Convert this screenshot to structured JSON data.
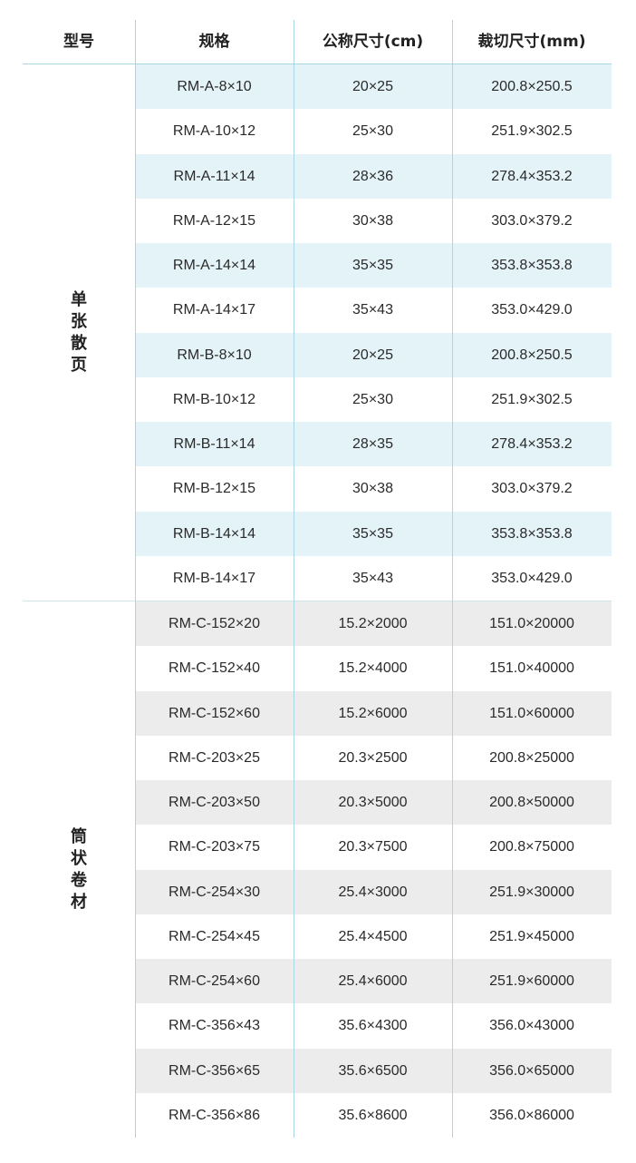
{
  "headers": {
    "model": "型号",
    "spec": "规格",
    "nominal": "公称尺寸(cm)",
    "cut": "裁切尺寸(mm)"
  },
  "groups": [
    {
      "label": "单张散页",
      "rows": [
        {
          "spec": "RM-A-8×10",
          "nominal": "20×25",
          "cut": "200.8×250.5"
        },
        {
          "spec": "RM-A-10×12",
          "nominal": "25×30",
          "cut": "251.9×302.5"
        },
        {
          "spec": "RM-A-11×14",
          "nominal": "28×36",
          "cut": "278.4×353.2"
        },
        {
          "spec": "RM-A-12×15",
          "nominal": "30×38",
          "cut": "303.0×379.2"
        },
        {
          "spec": "RM-A-14×14",
          "nominal": "35×35",
          "cut": "353.8×353.8"
        },
        {
          "spec": "RM-A-14×17",
          "nominal": "35×43",
          "cut": "353.0×429.0"
        },
        {
          "spec": "RM-B-8×10",
          "nominal": "20×25",
          "cut": "200.8×250.5"
        },
        {
          "spec": "RM-B-10×12",
          "nominal": "25×30",
          "cut": "251.9×302.5"
        },
        {
          "spec": "RM-B-11×14",
          "nominal": "28×35",
          "cut": "278.4×353.2"
        },
        {
          "spec": "RM-B-12×15",
          "nominal": "30×38",
          "cut": "303.0×379.2"
        },
        {
          "spec": "RM-B-14×14",
          "nominal": "35×35",
          "cut": "353.8×353.8"
        },
        {
          "spec": "RM-B-14×17",
          "nominal": "35×43",
          "cut": "353.0×429.0"
        }
      ]
    },
    {
      "label": "筒状卷材",
      "rows": [
        {
          "spec": "RM-C-152×20",
          "nominal": "15.2×2000",
          "cut": "151.0×20000"
        },
        {
          "spec": "RM-C-152×40",
          "nominal": "15.2×4000",
          "cut": "151.0×40000"
        },
        {
          "spec": "RM-C-152×60",
          "nominal": "15.2×6000",
          "cut": "151.0×60000"
        },
        {
          "spec": "RM-C-203×25",
          "nominal": "20.3×2500",
          "cut": "200.8×25000"
        },
        {
          "spec": "RM-C-203×50",
          "nominal": "20.3×5000",
          "cut": "200.8×50000"
        },
        {
          "spec": "RM-C-203×75",
          "nominal": "20.3×7500",
          "cut": "200.8×75000"
        },
        {
          "spec": "RM-C-254×30",
          "nominal": "25.4×3000",
          "cut": "251.9×30000"
        },
        {
          "spec": "RM-C-254×45",
          "nominal": "25.4×4500",
          "cut": "251.9×45000"
        },
        {
          "spec": "RM-C-254×60",
          "nominal": "25.4×6000",
          "cut": "251.9×60000"
        },
        {
          "spec": "RM-C-356×43",
          "nominal": "35.6×4300",
          "cut": "356.0×43000"
        },
        {
          "spec": "RM-C-356×65",
          "nominal": "35.6×6500",
          "cut": "356.0×65000"
        },
        {
          "spec": "RM-C-356×86",
          "nominal": "35.6×8600",
          "cut": "356.0×86000"
        }
      ]
    }
  ],
  "colors": {
    "row_stripe_group1": "#e3f3f8",
    "row_stripe_group2": "#ececec",
    "grid_line": "#a9d6e2"
  }
}
